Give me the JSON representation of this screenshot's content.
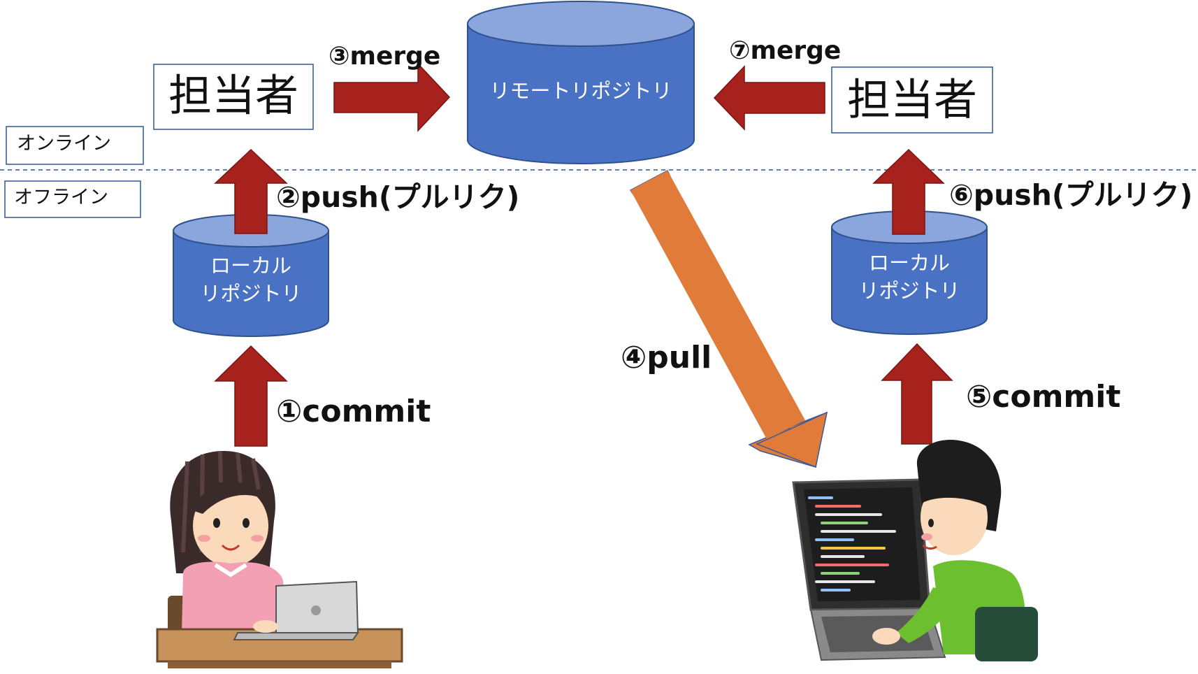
{
  "zones": {
    "online": "オンライン",
    "offline": "オフライン"
  },
  "remote_repo": "リモートリポジトリ",
  "left": {
    "reviewer": "担当者",
    "local_repo_line1": "ローカル",
    "local_repo_line2": "リポジトリ",
    "step_commit": "①commit",
    "step_push": "②push(プルリク)",
    "step_merge": "③merge"
  },
  "right": {
    "reviewer": "担当者",
    "local_repo_line1": "ローカル",
    "local_repo_line2": "リポジトリ",
    "step_commit": "⑤commit",
    "step_push": "⑥push(プルリク)",
    "step_merge": "⑦merge"
  },
  "step_pull": "④pull",
  "colors": {
    "cylinder_fill": "#4a72c4",
    "cylinder_top": "#8aa6dc",
    "cylinder_stroke": "#2f528f",
    "arrow_red": "#a8221d",
    "arrow_orange": "#e07b3a",
    "box_border": "#2f5597"
  },
  "illustrations": {
    "left_person": "woman-with-laptop-illustration",
    "right_person": "man-coding-laptop-illustration"
  }
}
